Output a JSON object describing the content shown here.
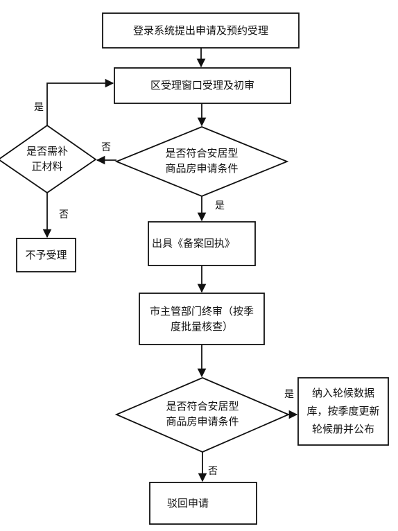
{
  "nodes": {
    "start": "登录系统提出申请及预约受理",
    "district_review": "区受理窗口受理及初审",
    "decision1": [
      "是否符合安居型",
      "商品房申请条件"
    ],
    "need_docs": [
      "是否需补",
      "正材料"
    ],
    "reject_accept": "不予受理",
    "issue_receipt": "出具《备案回执》",
    "city_review": [
      "市主管部门终审（按季",
      "度批量核查）"
    ],
    "decision2": [
      "是否符合安居型",
      "商品房申请条件"
    ],
    "waitlist": [
      "纳入轮候数据",
      "库，按季度更新",
      "轮候册并公布"
    ],
    "reject_application": "驳回申请"
  },
  "labels": {
    "yes_loop": "是",
    "no_to_supplement": "否",
    "no_reject": "否",
    "yes_issue": "是",
    "yes_waitlist": "是",
    "no_reject_app": "否"
  }
}
